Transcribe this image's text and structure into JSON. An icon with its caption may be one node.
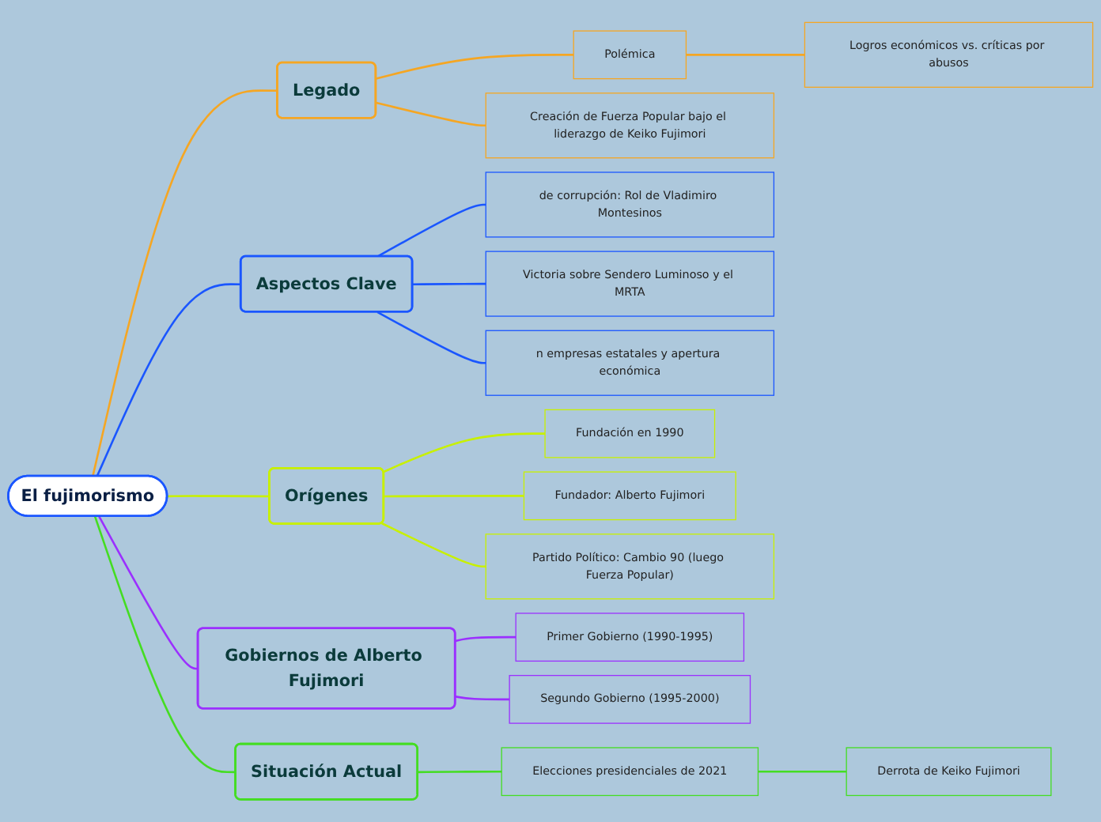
{
  "diagram": {
    "nodes": [
      {
        "text": [
          "El fujimorismo"
        ]
      },
      {
        "text": [
          "Legado"
        ]
      },
      {
        "text": [
          "Polémica"
        ]
      },
      {
        "text": [
          "Logros económicos vs. críticas por abusos"
        ]
      },
      {
        "text": [
          "Creación de Fuerza Popular bajo el liderazgo de Keiko Fujimori"
        ]
      },
      {
        "text": [
          "Aspectos Clave"
        ]
      },
      {
        "text": [
          "de corrupción: Rol de Vladimiro Montesinos"
        ]
      },
      {
        "text": [
          "Victoria sobre Sendero Luminoso y el MRTA"
        ]
      },
      {
        "text": [
          "n empresas estatales y apertura económica"
        ]
      },
      {
        "text": [
          "Orígenes"
        ]
      },
      {
        "text": [
          "Fundación en 1990"
        ]
      },
      {
        "text": [
          "Fundador: Alberto Fujimori"
        ]
      },
      {
        "text": [
          "Partido Político: Cambio 90 (luego Fuerza Popular)"
        ]
      },
      {
        "text": [
          "Gobiernos de Alberto Fujimori"
        ]
      },
      {
        "text": [
          "Primer Gobierno (1990-1995)"
        ]
      },
      {
        "text": [
          "Segundo Gobierno (1995-2000)"
        ]
      },
      {
        "text": [
          "Situación Actual"
        ]
      },
      {
        "text": [
          "Elecciones presidenciales de 2021"
        ]
      },
      {
        "text": [
          "Derrota de Keiko Fujimori"
        ]
      }
    ],
    "edges": [
      {
        "from": 0,
        "to": 1,
        "arrow": "none",
        "color": "#f5a623"
      },
      {
        "from": 1,
        "to": 2,
        "arrow": "none",
        "color": "#f5a623"
      },
      {
        "from": 2,
        "to": 3,
        "arrow": "none",
        "color": "#f5a623"
      },
      {
        "from": 1,
        "to": 4,
        "arrow": "none",
        "color": "#f5a623"
      },
      {
        "from": 0,
        "to": 5,
        "arrow": "none",
        "color": "#1a56ff"
      },
      {
        "from": 5,
        "to": 6,
        "arrow": "none",
        "color": "#1a56ff"
      },
      {
        "from": 5,
        "to": 7,
        "arrow": "none",
        "color": "#1a56ff"
      },
      {
        "from": 5,
        "to": 8,
        "arrow": "none",
        "color": "#1a56ff"
      },
      {
        "from": 0,
        "to": 9,
        "arrow": "none",
        "color": "#c8f000"
      },
      {
        "from": 9,
        "to": 10,
        "arrow": "none",
        "color": "#c8f000"
      },
      {
        "from": 9,
        "to": 11,
        "arrow": "none",
        "color": "#c8f000"
      },
      {
        "from": 9,
        "to": 12,
        "arrow": "none",
        "color": "#c8f000"
      },
      {
        "from": 0,
        "to": 13,
        "arrow": "none",
        "color": "#9b30ff"
      },
      {
        "from": 13,
        "to": 14,
        "arrow": "none",
        "color": "#9b30ff"
      },
      {
        "from": 13,
        "to": 15,
        "arrow": "none",
        "color": "#9b30ff"
      },
      {
        "from": 0,
        "to": 16,
        "arrow": "none",
        "color": "#44dd22"
      },
      {
        "from": 16,
        "to": 17,
        "arrow": "none",
        "color": "#44dd22"
      },
      {
        "from": 17,
        "to": 18,
        "arrow": "none",
        "color": "#44dd22"
      }
    ]
  }
}
